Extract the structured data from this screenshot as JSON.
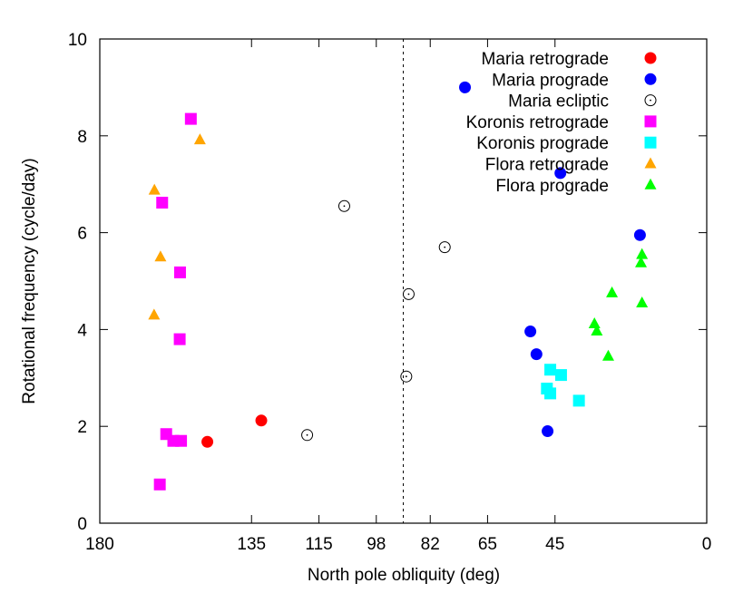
{
  "chart_data": {
    "type": "scatter",
    "xlabel": "North pole obliquity (deg)",
    "ylabel": "Rotational frequency (cycle/day)",
    "xlim": [
      180,
      0
    ],
    "ylim": [
      0,
      10
    ],
    "x_ticks": [
      {
        "value": 180,
        "label": "180"
      },
      {
        "value": 135,
        "label": "135"
      },
      {
        "value": 115,
        "label": "115"
      },
      {
        "value": 98,
        "label": "98"
      },
      {
        "value": 82,
        "label": "82"
      },
      {
        "value": 65,
        "label": "65"
      },
      {
        "value": 45,
        "label": "45"
      },
      {
        "value": 0,
        "label": "0"
      }
    ],
    "y_ticks": [
      {
        "value": 0,
        "label": "0"
      },
      {
        "value": 2,
        "label": "2"
      },
      {
        "value": 4,
        "label": "4"
      },
      {
        "value": 6,
        "label": "6"
      },
      {
        "value": 8,
        "label": "8"
      },
      {
        "value": 10,
        "label": "10"
      }
    ],
    "reference_line": {
      "x": 90,
      "style": "dotted"
    },
    "grid": false,
    "legend_position": "top-right",
    "series": [
      {
        "name": "Maria retrograde",
        "marker": "circle",
        "color": "#ff0000",
        "points": [
          [
            132.1,
            2.12
          ],
          [
            148.1,
            1.68
          ]
        ]
      },
      {
        "name": "Maria prograde",
        "marker": "circle",
        "color": "#0000ff",
        "points": [
          [
            71.7,
            9.0
          ],
          [
            43.4,
            7.23
          ],
          [
            19.8,
            5.95
          ],
          [
            52.3,
            3.96
          ],
          [
            50.5,
            3.49
          ],
          [
            47.2,
            1.9
          ]
        ]
      },
      {
        "name": "Maria ecliptic",
        "marker": "open-circle",
        "color": "#000000",
        "points": [
          [
            107.5,
            6.55
          ],
          [
            88.4,
            4.73
          ],
          [
            77.7,
            5.7
          ],
          [
            89.1,
            3.03
          ],
          [
            118.5,
            1.82
          ]
        ]
      },
      {
        "name": "Koronis retrograde",
        "marker": "square",
        "color": "#ff00ff",
        "points": [
          [
            153.0,
            8.35
          ],
          [
            161.5,
            6.62
          ],
          [
            156.2,
            5.18
          ],
          [
            156.3,
            3.8
          ],
          [
            160.3,
            1.84
          ],
          [
            158.2,
            1.7
          ],
          [
            155.9,
            1.7
          ],
          [
            162.2,
            0.8
          ]
        ]
      },
      {
        "name": "Koronis prograde",
        "marker": "square",
        "color": "#00ffff",
        "points": [
          [
            46.4,
            3.17
          ],
          [
            43.2,
            3.06
          ],
          [
            46.4,
            2.68
          ],
          [
            47.4,
            2.78
          ],
          [
            37.9,
            2.53
          ]
        ]
      },
      {
        "name": "Flora retrograde",
        "marker": "triangle",
        "color": "#ffa500",
        "points": [
          [
            150.3,
            7.92
          ],
          [
            163.8,
            6.88
          ],
          [
            162.0,
            5.5
          ],
          [
            163.9,
            4.3
          ]
        ]
      },
      {
        "name": "Flora prograde",
        "marker": "triangle",
        "color": "#00ff00",
        "points": [
          [
            19.2,
            5.55
          ],
          [
            19.5,
            5.38
          ],
          [
            28.1,
            4.76
          ],
          [
            19.2,
            4.55
          ],
          [
            33.3,
            4.12
          ],
          [
            32.6,
            3.97
          ],
          [
            29.2,
            3.45
          ]
        ]
      }
    ]
  }
}
